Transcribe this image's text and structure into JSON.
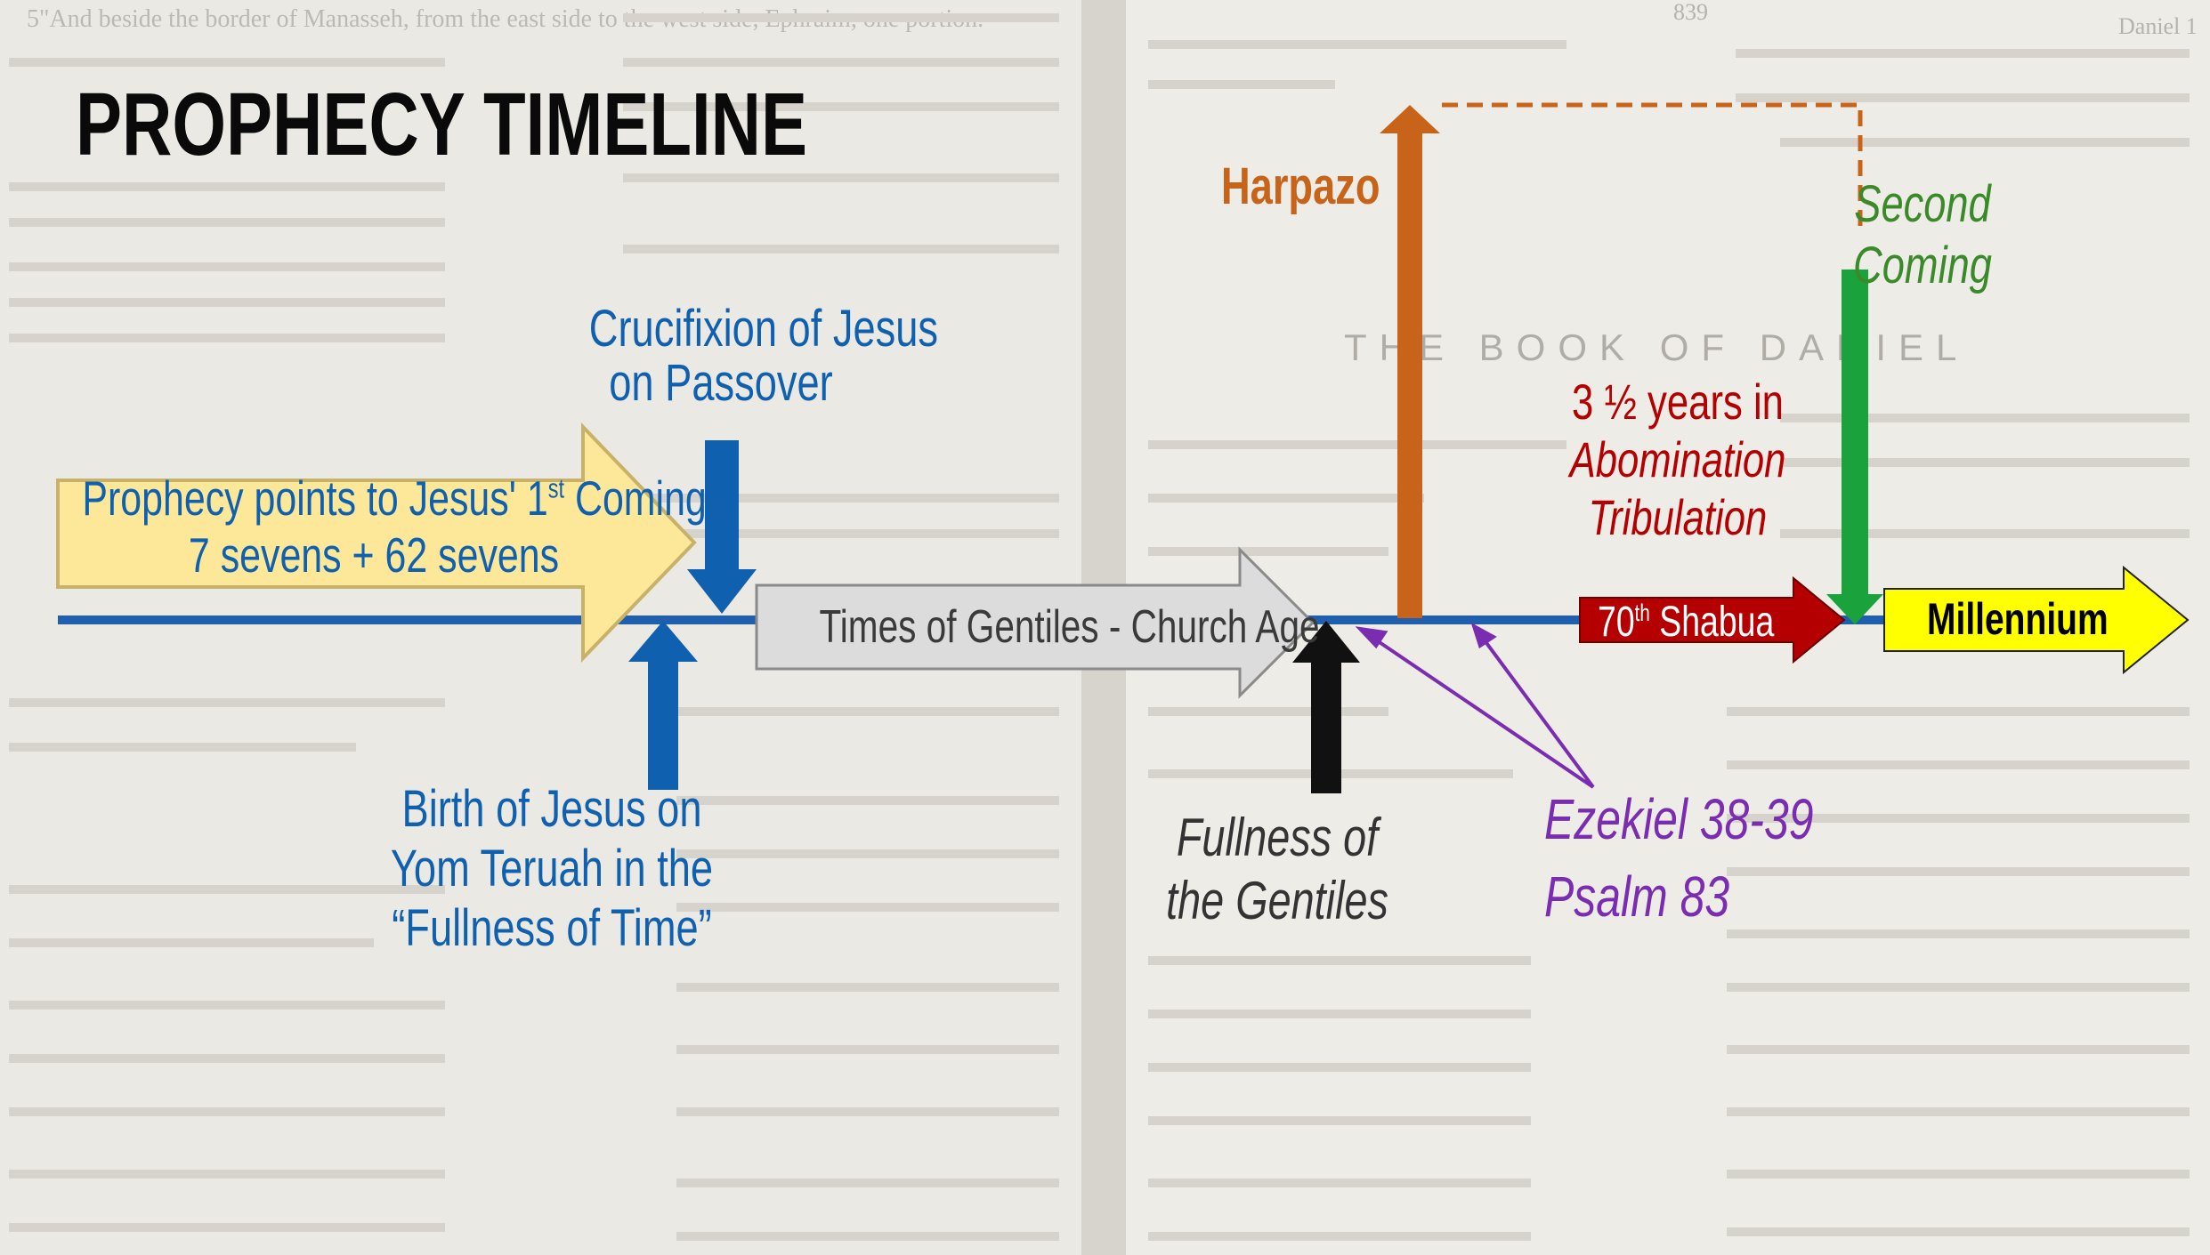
{
  "title": "PROPHECY TIMELINE",
  "background": {
    "page_left_header": "5\"And beside the border of Manasseh, from the east side to the west side, Ephraim, one portion.",
    "page_number": "839",
    "book_header": "Daniel 1",
    "book_title": "THE BOOK OF DANIEL"
  },
  "labels": {
    "crucifixion": [
      "Crucifixion of Jesus",
      "on Passover"
    ],
    "prophecy_arrow": [
      "Prophecy points to Jesus' 1st Coming",
      "7 sevens + 62 sevens"
    ],
    "birth": [
      "Birth of Jesus on",
      "Yom Teruah in the",
      "“Fullness of Time”"
    ],
    "church_age": "Times of Gentiles - Church Age",
    "fullness": [
      "Fullness of",
      "the Gentiles"
    ],
    "harpazo": "Harpazo",
    "tribulation": [
      "3 ½ years in",
      "Abomination",
      "Tribulation"
    ],
    "shabua": "70th Shabua",
    "second_coming": [
      "Second",
      "Coming"
    ],
    "millennium": "Millennium",
    "ezekiel": "Ezekiel 38-39",
    "psalm": "Psalm 83"
  },
  "colors": {
    "timeline": "#1f5fae",
    "blue_text": "#1060b0",
    "yellow_arrow": "#fde89a",
    "grey_arrow": "#dcdcdc",
    "harpazo": "#c8641a",
    "tribulation_red": "#b40000",
    "second_coming_green": "#1aa33c",
    "second_coming_text": "#3b8a2a",
    "millennium_yellow": "#ffff00",
    "purple": "#7a2db0",
    "black_arrow": "#111111"
  }
}
